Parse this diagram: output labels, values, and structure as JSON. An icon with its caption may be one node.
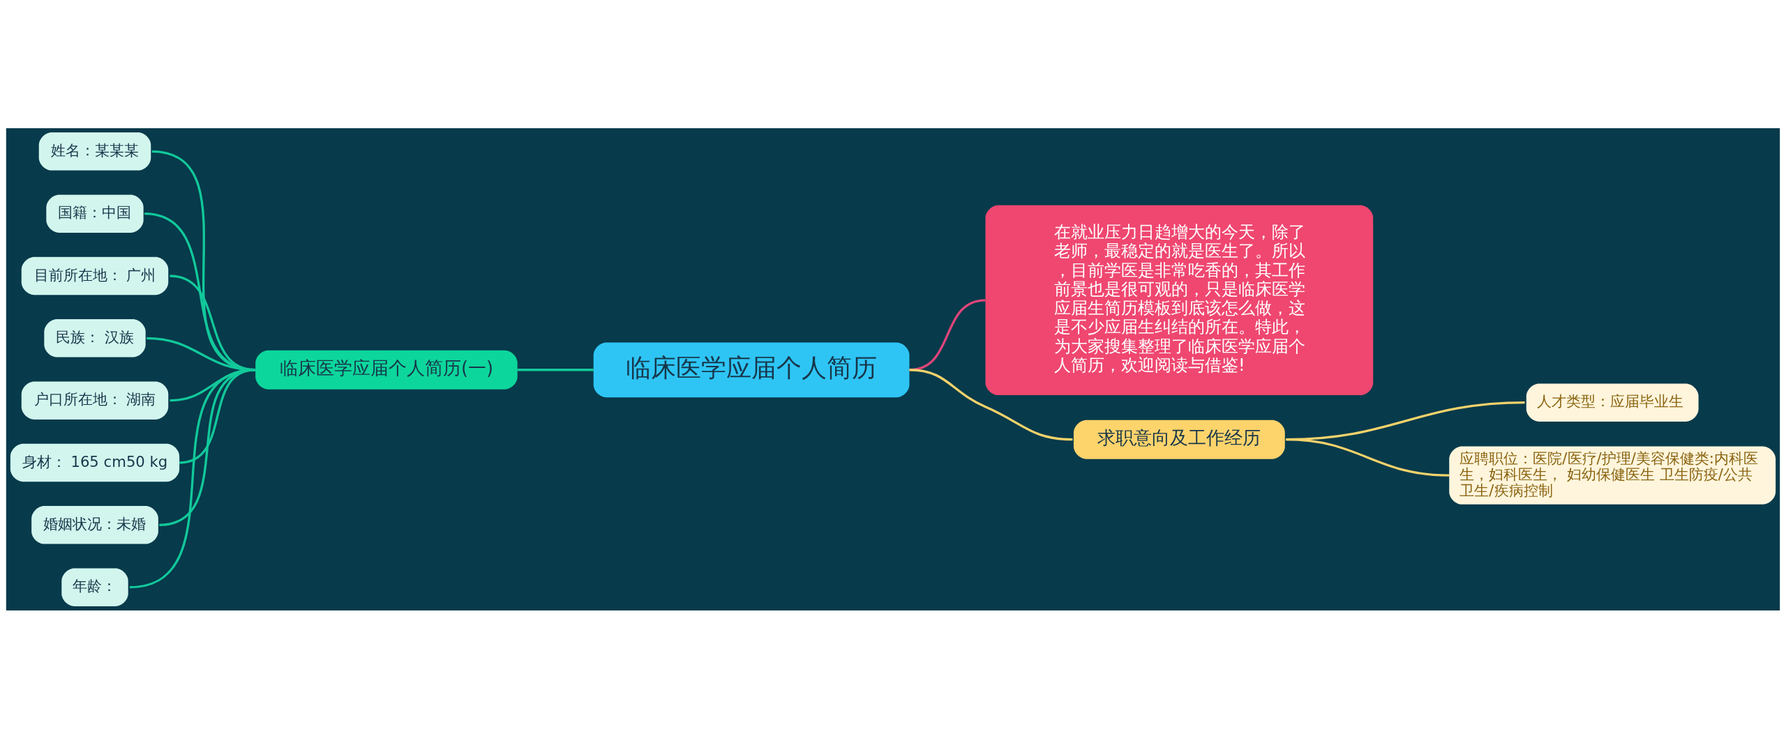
{
  "diagram": {
    "nodes": [
      {
        "text": [
          "临床医学应届个人简历"
        ]
      },
      {
        "text": [
          "临床医学应届个人简历(一)"
        ]
      },
      {
        "text": [
          "姓名：某某某"
        ]
      },
      {
        "text": [
          "国籍：中国"
        ]
      },
      {
        "text": [
          "目前所在地： 广州"
        ]
      },
      {
        "text": [
          "民族： 汉族"
        ]
      },
      {
        "text": [
          "户口所在地： 湖南"
        ]
      },
      {
        "text": [
          "身材： 165 cm50 kg"
        ]
      },
      {
        "text": [
          "婚姻状况：未婚"
        ]
      },
      {
        "text": [
          "年龄："
        ]
      },
      {
        "text": [
          "在就业压力日趋增大的今天，除了老师，最稳定的就是医生了。所以，目前学医是非常吃香的，其工作前景也是很可观的，只是临床医学应届生简历模板到底该怎么做，这是不少应届生纠结的所在。特此，为大家搜集整理了临床医学应届个人简历，欢迎阅读与借鉴!"
        ]
      },
      {
        "text": [
          "求职意向及工作经历"
        ]
      },
      {
        "text": [
          "人才类型：应届毕业生"
        ]
      },
      {
        "text": [
          "应聘职位：医院/医疗/护理/美容保健类:内科医生，妇科医生， 妇幼保健医生 卫生防疫/公共卫生/疾病控制"
        ]
      }
    ],
    "edges": [
      {
        "from": 0,
        "to": 1,
        "arrow": "none"
      },
      {
        "from": 1,
        "to": 2,
        "arrow": "none"
      },
      {
        "from": 1,
        "to": 3,
        "arrow": "none"
      },
      {
        "from": 1,
        "to": 4,
        "arrow": "none"
      },
      {
        "from": 1,
        "to": 5,
        "arrow": "none"
      },
      {
        "from": 1,
        "to": 6,
        "arrow": "none"
      },
      {
        "from": 1,
        "to": 7,
        "arrow": "none"
      },
      {
        "from": 1,
        "to": 8,
        "arrow": "none"
      },
      {
        "from": 1,
        "to": 9,
        "arrow": "none"
      },
      {
        "from": 0,
        "to": 10,
        "arrow": "none",
        "color": "#e0457a"
      },
      {
        "from": 0,
        "to": 11,
        "arrow": "none",
        "color": "#f5d36b"
      },
      {
        "from": 11,
        "to": 12,
        "arrow": "none",
        "color": "#f5d36b"
      },
      {
        "from": 11,
        "to": 13,
        "arrow": "none",
        "color": "#f5d36b"
      }
    ]
  }
}
